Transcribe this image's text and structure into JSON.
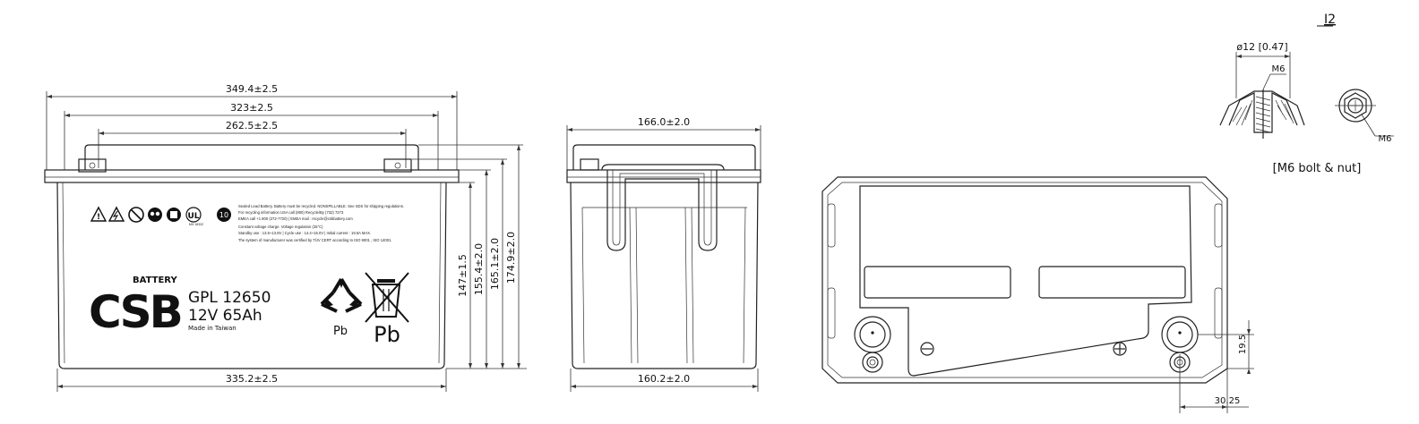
{
  "front_view": {
    "dims": {
      "overall_length": "349.4±2.5",
      "terminal_span": "323±2.5",
      "lid_span": "262.5±2.5",
      "container_length": "335.2±2.5",
      "height_container": "147±1.5",
      "height_lid": "155.4±2.0",
      "height_terminal": "165.1±2.0",
      "height_total": "174.9±2.0"
    },
    "label": {
      "brand_word": "BATTERY",
      "brand_logo": "CSB",
      "model": "GPL 12650",
      "rating": "12V 65Ah",
      "origin": "Made in Taiwan",
      "pb_small": "Pb",
      "pb_large": "Pb",
      "ul_cert": "MH 18332",
      "spec_lines": [
        "Sealed Lead Battery. Battery must be recycled. NONSPILLABLE. See SDS for shipping regulations.",
        "For recycling information USA call (800) Recycle/By (732) 7273",
        "EMEA call +1 800 (272-7720) |  EMEA mail : recycle@csbbattery.com",
        "Constant voltage charge. Voltage regulation (25°C)",
        "Standby use : 13.5~13.8V  |  Cycle use : 14.4~15.0V  |  Initial current : 19.5A MAX.",
        "The system of manufacturer was certified by TÜV CERT according to ISO 9001 , ISO 14001."
      ]
    }
  },
  "side_view": {
    "dims": {
      "top_width": "166.0±2.0",
      "bottom_width": "160.2±2.0"
    }
  },
  "top_view": {
    "dims": {
      "terminal_height": "19.5",
      "terminal_offset": "30.25"
    }
  },
  "terminal_detail": {
    "code": "I2",
    "diameter": "ø12  [0.47]",
    "thread": "M6",
    "thread2": "M6",
    "caption": "[M6 bolt & nut]"
  },
  "icons": [
    "warning-icon",
    "electric-hazard-icon",
    "no-fire-icon",
    "goggles-icon",
    "read-manual-icon",
    "ul-mark-icon",
    "ten-year-icon",
    "recycle-icon",
    "crossed-bin-icon"
  ]
}
